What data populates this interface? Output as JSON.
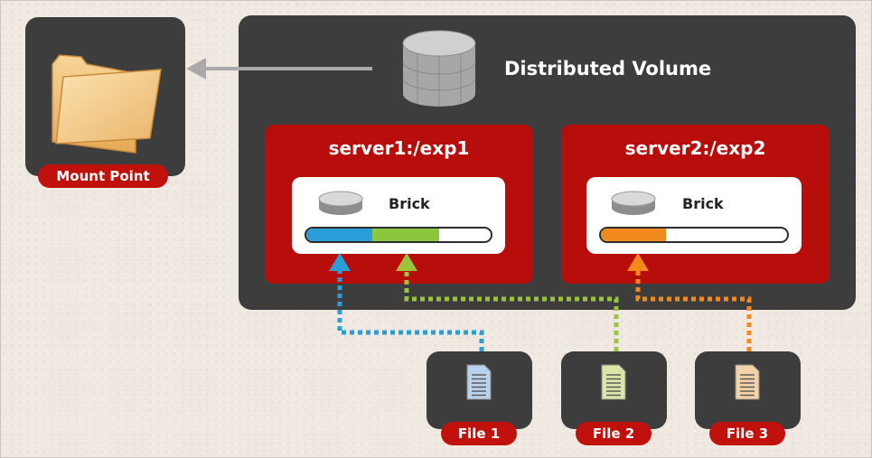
{
  "mount_point": {
    "label": "Mount Point",
    "icon": "folder-icon"
  },
  "volume": {
    "title": "Distributed Volume",
    "icon": "database-cylinder-icon"
  },
  "servers": [
    {
      "title": "server1:/exp1",
      "brick_label": "Brick",
      "icon": "disk-icon",
      "usage_segments": [
        {
          "color": "#2a9ed8",
          "fraction": 0.36
        },
        {
          "color": "#8cc63f",
          "fraction": 0.36
        }
      ]
    },
    {
      "title": "server2:/exp2",
      "brick_label": "Brick",
      "icon": "disk-icon",
      "usage_segments": [
        {
          "color": "#f08a1c",
          "fraction": 0.35
        }
      ]
    }
  ],
  "files": [
    {
      "label": "File 1",
      "icon": "document-icon",
      "color": "#2a9ed8"
    },
    {
      "label": "File 2",
      "icon": "document-icon",
      "color": "#9ac43b"
    },
    {
      "label": "File 3",
      "icon": "document-icon",
      "color": "#f08a1c"
    }
  ],
  "colors": {
    "panel": "#3d3d3d",
    "accent_red": "#c0110d",
    "server_red": "#b80e0b"
  }
}
